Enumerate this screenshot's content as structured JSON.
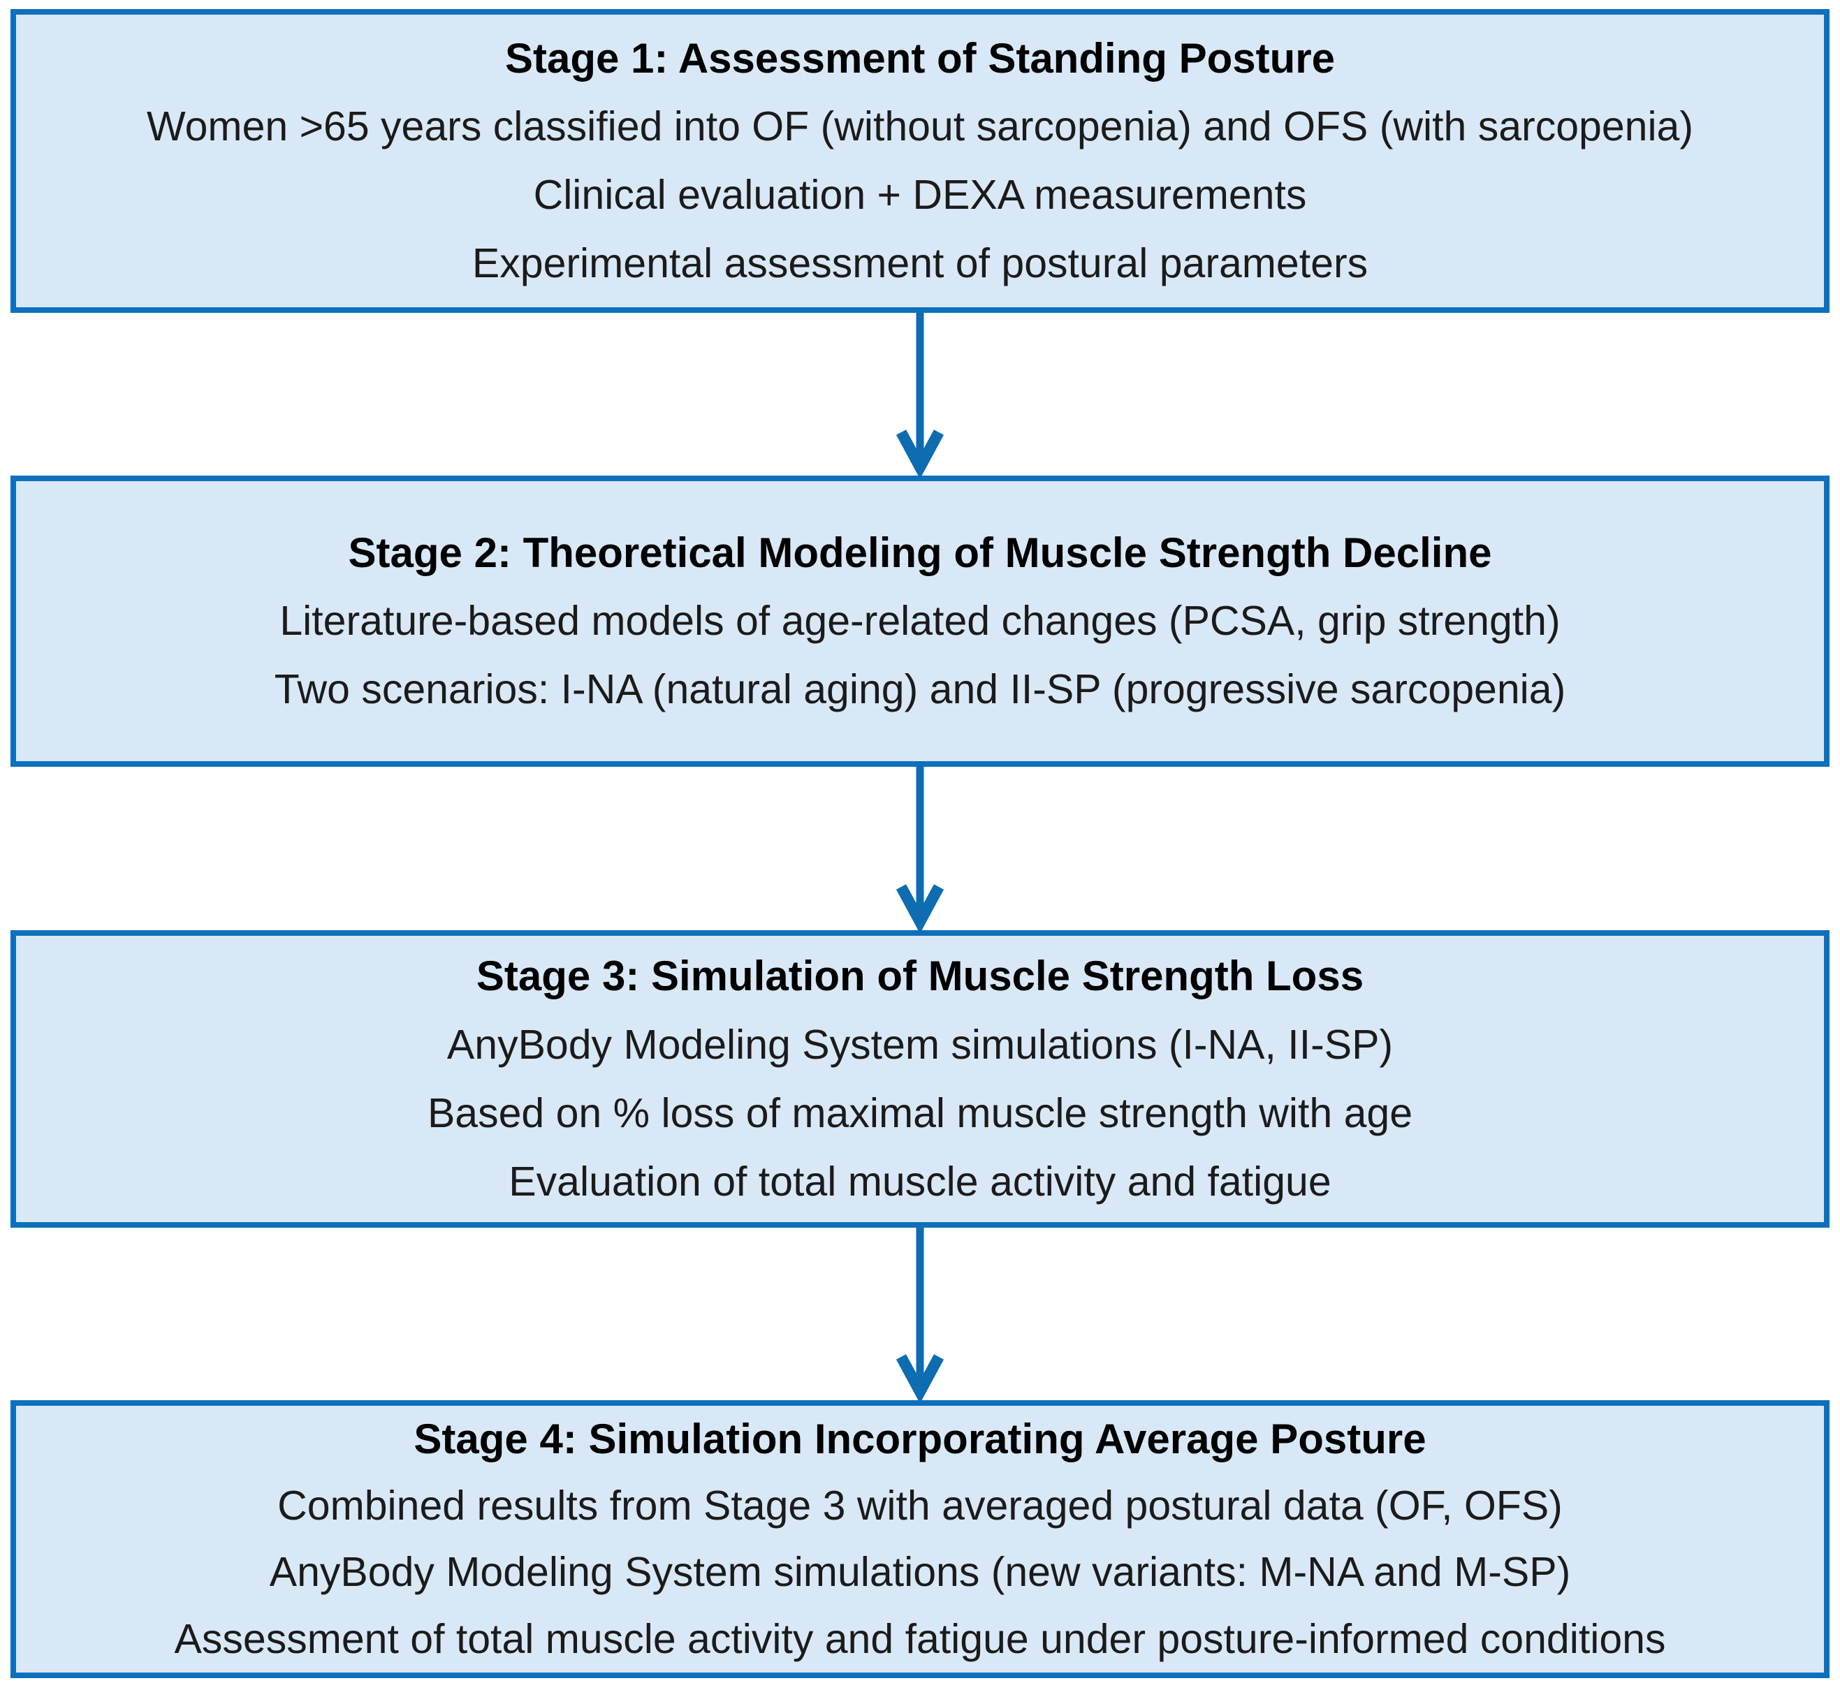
{
  "diagram": {
    "type": "flowchart",
    "direction": "top-down",
    "description": "Four sequential study stages connected by downward arrows"
  },
  "colors": {
    "background": "#ffffff",
    "box_fill": "#d9e8f6",
    "box_border": "#0c70bc",
    "arrow": "#0e6cb0",
    "title_text": "#000000",
    "body_text": "#1b1b1b"
  },
  "stages": [
    {
      "title": "Stage 1: Assessment of Standing Posture",
      "lines": [
        "Women >65 years classified into OF (without sarcopenia) and OFS (with sarcopenia)",
        "Clinical evaluation + DEXA measurements",
        "Experimental assessment of postural parameters"
      ]
    },
    {
      "title": "Stage 2: Theoretical Modeling of Muscle Strength Decline",
      "lines": [
        "Literature-based models of age-related changes (PCSA, grip strength)",
        "Two scenarios: I-NA (natural aging) and II-SP (progressive sarcopenia)"
      ]
    },
    {
      "title": "Stage 3: Simulation of Muscle Strength Loss",
      "lines": [
        "AnyBody Modeling System simulations (I-NA, II-SP)",
        "Based on % loss of maximal muscle strength with age",
        "Evaluation of total muscle activity and fatigue"
      ]
    },
    {
      "title": "Stage 4: Simulation Incorporating Average Posture",
      "lines": [
        "Combined results from Stage 3 with averaged postural data (OF, OFS)",
        "AnyBody Modeling System simulations (new variants: M-NA and M-SP)",
        "Assessment of total muscle activity and fatigue under posture-informed conditions"
      ]
    }
  ]
}
